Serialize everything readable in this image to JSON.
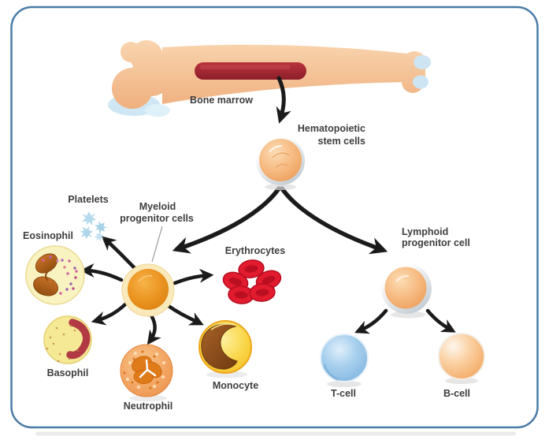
{
  "diagram": {
    "subject": "Hematopoiesis - blood cell differentiation from bone marrow",
    "labels": {
      "bone_marrow": "Bone marrow",
      "hematopoietic_line1": "Hematopoietic",
      "hematopoietic_line2": "stem cells",
      "myeloid_line1": "Myeloid",
      "myeloid_line2": "progenitor cells",
      "lymphoid_line1": "Lymphoid",
      "lymphoid_line2": "progenitor cell",
      "platelets": "Platelets",
      "eosinophil": "Eosinophil",
      "basophil": "Basophil",
      "neutrophil": "Neutrophil",
      "monocyte": "Monocyte",
      "erythrocytes": "Erythrocytes",
      "t_cell": "T-cell",
      "b_cell": "B-cell"
    },
    "hierarchy": {
      "root": "Bone marrow",
      "edges": [
        [
          "Bone marrow",
          "Hematopoietic stem cells"
        ],
        [
          "Hematopoietic stem cells",
          "Myeloid progenitor cells"
        ],
        [
          "Hematopoietic stem cells",
          "Lymphoid progenitor cell"
        ],
        [
          "Myeloid progenitor cells",
          "Platelets"
        ],
        [
          "Myeloid progenitor cells",
          "Eosinophil"
        ],
        [
          "Myeloid progenitor cells",
          "Basophil"
        ],
        [
          "Myeloid progenitor cells",
          "Neutrophil"
        ],
        [
          "Myeloid progenitor cells",
          "Monocyte"
        ],
        [
          "Myeloid progenitor cells",
          "Erythrocytes"
        ],
        [
          "Lymphoid progenitor cell",
          "T-cell"
        ],
        [
          "Lymphoid progenitor cell",
          "B-cell"
        ]
      ]
    },
    "colors": {
      "border": "#4a7ba6",
      "arrow": "#1b1b1b",
      "label_text": "#3e3e3e",
      "bone": "#f6cba4",
      "bone_marrow_fill": "#a5262f",
      "cartilage": "#cfe7f4",
      "stem_cell": "#f4b478",
      "myeloid_cell": "#e8941f",
      "lymphoid_cell": "#f3a967",
      "platelet": "#aed2e8",
      "eosinophil_body": "#f9f3c2",
      "eosinophil_nucleus": "#b5641e",
      "basophil_body": "#f5e995",
      "basophil_nucleus": "#b13a44",
      "neutrophil_body": "#f3aa66",
      "neutrophil_nucleus": "#e07b1a",
      "monocyte_body": "#f9d435",
      "monocyte_nucleus": "#8a4a1a",
      "erythrocyte": "#e31b2e",
      "t_cell": "#8fc1e8",
      "b_cell": "#f6ab66"
    }
  }
}
